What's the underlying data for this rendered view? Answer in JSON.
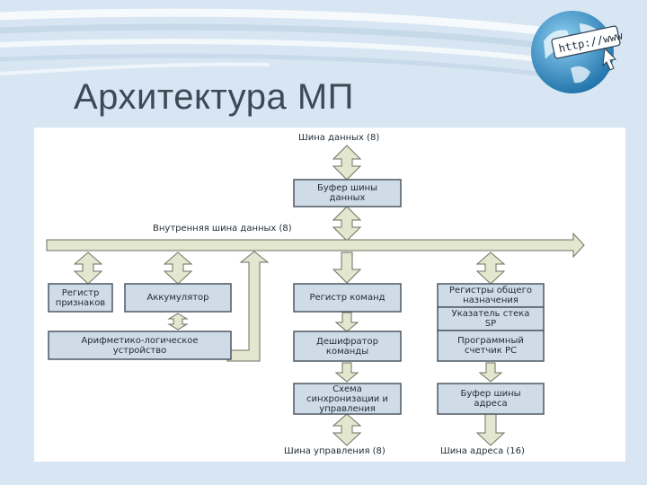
{
  "slide": {
    "title": "Архитектура МП"
  },
  "logo": {
    "text": "http://www"
  },
  "diagram": {
    "data_bus": "Шина данных (8)",
    "data_buffer": "Буфер шины\nданных",
    "internal_bus": "Внутренняя шина данных (8)",
    "flag_register": "Регистр\nпризнаков",
    "accumulator": "Аккумулятор",
    "alu": "Арифметико-логическое\nустройство",
    "instruction_register": "Регистр команд",
    "decoder": "Дешифратор\nкоманды",
    "sync_control": "Схема\nсинхронизации и\nуправления",
    "general_registers": "Регистры общего\nназначения",
    "stack_pointer": "Указатель стека\nSP",
    "program_counter": "Программный\nсчетчик PC",
    "address_buffer": "Буфер шины\nадреса",
    "control_bus": "Шина управления (8)",
    "address_bus": "Шина адреса (16)"
  },
  "colors": {
    "box_fill": "#cfdbe7",
    "box_stroke": "#4d5963",
    "arrow_fill": "#e3e7cf",
    "background": "#d7e6f2"
  }
}
